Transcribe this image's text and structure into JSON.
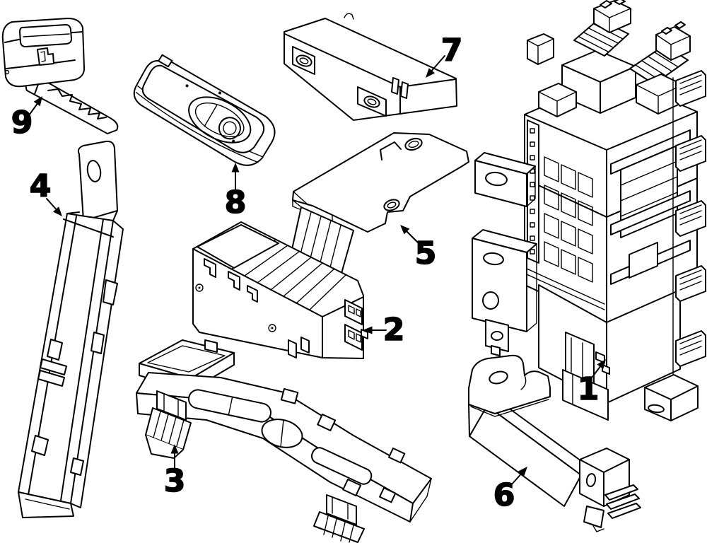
{
  "page": {
    "background_color": "#ffffff",
    "line_color": "#000000"
  },
  "callouts": [
    {
      "label": "1"
    },
    {
      "label": "2"
    },
    {
      "label": "3"
    },
    {
      "label": "4"
    },
    {
      "label": "5"
    },
    {
      "label": "6"
    },
    {
      "label": "7"
    },
    {
      "label": "8"
    },
    {
      "label": "9"
    }
  ]
}
